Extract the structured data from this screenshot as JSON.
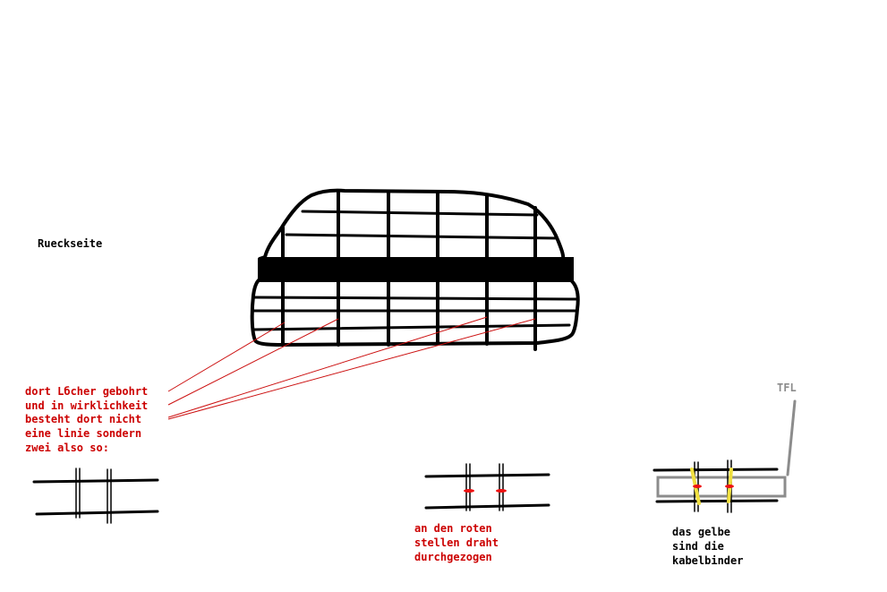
{
  "labels": {
    "rueckseite": "Rueckseite",
    "holes_note": [
      "dort Lбcher gebohrt",
      "und in wirklichkeit",
      "besteht dort nicht",
      "eine linie sondern",
      "zwei also so:"
    ],
    "red_note": [
      "an den roten",
      "stellen draht",
      "durchgezogen"
    ],
    "yellow_note": [
      "das gelbe",
      "sind die",
      "kabelbinder"
    ],
    "tfl": "TFL"
  },
  "colors": {
    "ink": "#000000",
    "annotation": "#cc0000",
    "pointer": "#cc1111",
    "tfl_gray": "#8c8c8c",
    "cable_tie": "#f0e040",
    "wire_red": "#ee1111"
  }
}
